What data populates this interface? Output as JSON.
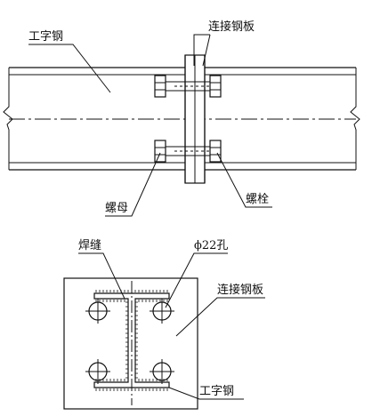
{
  "diagram": {
    "top_view": {
      "label_beam": "工字钢",
      "label_plate": "连接钢板",
      "label_nut": "螺母",
      "label_bolt": "螺栓"
    },
    "bottom_view": {
      "label_weld": "焊缝",
      "label_hole": "ϕ22孔",
      "label_plate": "连接钢板",
      "label_beam": "工字钢"
    }
  }
}
